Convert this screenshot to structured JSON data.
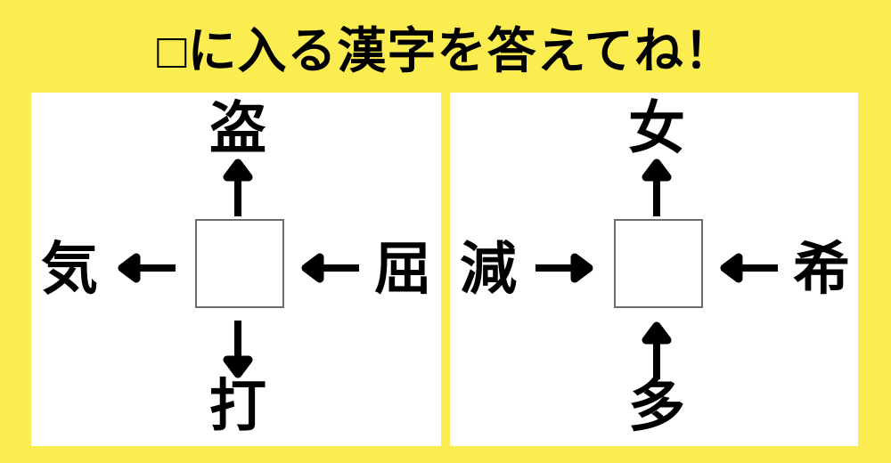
{
  "page": {
    "title": "□に入る漢字を答えてね！",
    "background_color": "#FBED4F",
    "panel_color": "#FFFFFF",
    "text_color": "#000000",
    "arrow_color": "#000000",
    "answer_box_border_color": "#6E6E6E"
  },
  "puzzles": [
    {
      "name": "left-puzzle",
      "center": {
        "content": ""
      },
      "top": {
        "kanji": "盗",
        "arrow": "up"
      },
      "left": {
        "kanji": "気",
        "arrow": "left"
      },
      "right": {
        "kanji": "屈",
        "arrow": "left"
      },
      "bottom": {
        "kanji": "打",
        "arrow": "down"
      }
    },
    {
      "name": "right-puzzle",
      "center": {
        "content": ""
      },
      "top": {
        "kanji": "女",
        "arrow": "up"
      },
      "left": {
        "kanji": "減",
        "arrow": "right"
      },
      "right": {
        "kanji": "希",
        "arrow": "left"
      },
      "bottom": {
        "kanji": "多",
        "arrow": "up"
      }
    }
  ]
}
